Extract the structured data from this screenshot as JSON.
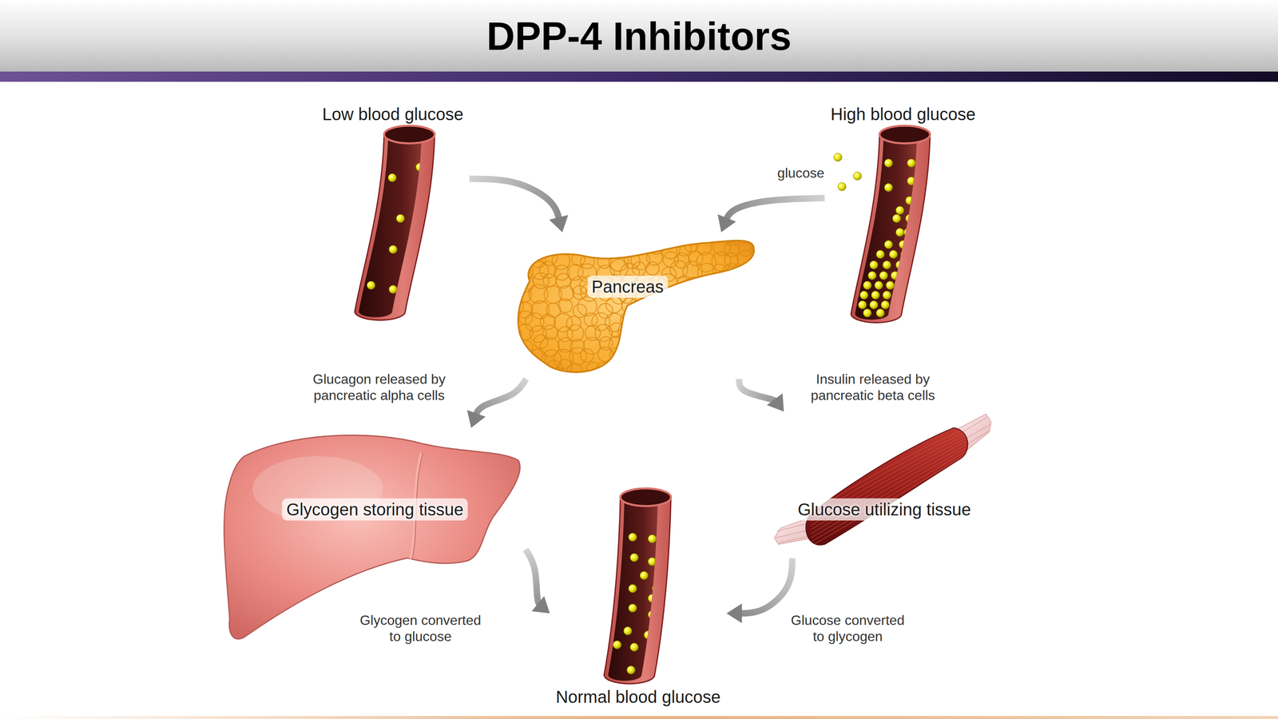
{
  "diagram": {
    "title": "DPP-4 Inhibitors",
    "nodes": [
      {
        "text": [
          "Low blood glucose"
        ]
      },
      {
        "text": [
          "High blood glucose"
        ]
      },
      {
        "text": [
          "Pancreas"
        ]
      },
      {
        "text": [
          "Glycogen storing tissue"
        ]
      },
      {
        "text": [
          "Glucose utilizing tissue"
        ]
      },
      {
        "text": [
          "Normal blood glucose"
        ]
      }
    ],
    "edges": [
      {
        "from": 0,
        "to": 2,
        "arrow": "to"
      },
      {
        "from": 1,
        "to": 2,
        "arrow": "to"
      },
      {
        "from": 2,
        "to": 3,
        "label": "Glucagon released by pancreatic alpha cells",
        "arrow": "to"
      },
      {
        "from": 2,
        "to": 4,
        "label": "Insulin released by pancreatic beta cells",
        "arrow": "to"
      },
      {
        "from": 3,
        "to": 5,
        "label": "Glycogen converted to glucose",
        "arrow": "to"
      },
      {
        "from": 4,
        "to": 5,
        "label": "Glucose converted to glycogen",
        "arrow": "to"
      }
    ],
    "labels": [
      "glucose"
    ]
  }
}
